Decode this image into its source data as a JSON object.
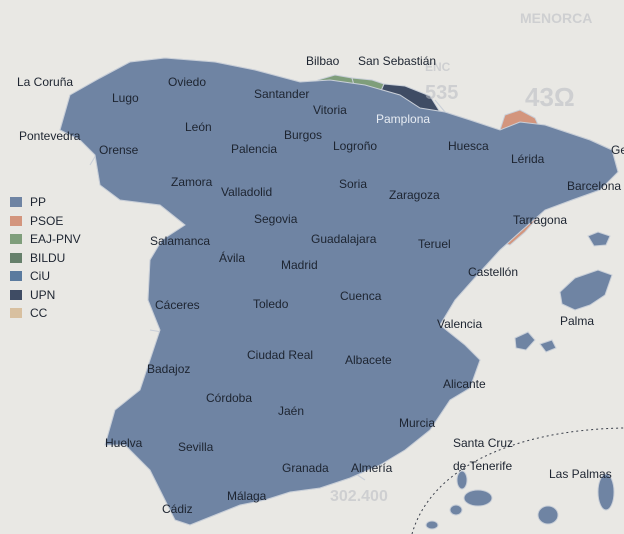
{
  "colors": {
    "PP": "#6f84a3",
    "PSOE": "#d3957d",
    "EAJ-PNV": "#7f9e7b",
    "BILDU": "#66806b",
    "CiU": "#5a7a9e",
    "UPN": "#3f4c64",
    "CC": "#d8c0a0",
    "sea": "#e9e8e4",
    "border": "#c9cfd8"
  },
  "legend": [
    {
      "party": "PP"
    },
    {
      "party": "PSOE"
    },
    {
      "party": "EAJ-PNV"
    },
    {
      "party": "BILDU"
    },
    {
      "party": "CiU"
    },
    {
      "party": "UPN"
    },
    {
      "party": "CC"
    }
  ],
  "provinces": [
    {
      "name": "La Coruña",
      "party": "PP"
    },
    {
      "name": "Lugo",
      "party": "PP"
    },
    {
      "name": "Oviedo",
      "party": "PP"
    },
    {
      "name": "Santander",
      "party": "PP"
    },
    {
      "name": "Bilbao",
      "party": "EAJ-PNV"
    },
    {
      "name": "San Sebastián",
      "party": "EAJ-PNV"
    },
    {
      "name": "Vitoria",
      "party": "PP"
    },
    {
      "name": "Pamplona",
      "party": "UPN"
    },
    {
      "name": "Pontevedra",
      "party": "PP"
    },
    {
      "name": "Orense",
      "party": "PP"
    },
    {
      "name": "León",
      "party": "PP"
    },
    {
      "name": "Palencia",
      "party": "PP"
    },
    {
      "name": "Burgos",
      "party": "PP"
    },
    {
      "name": "Logroño",
      "party": "PP"
    },
    {
      "name": "Huesca",
      "party": "PP"
    },
    {
      "name": "Lérida",
      "party": "PSOE"
    },
    {
      "name": "Barcelona",
      "party": "CiU"
    },
    {
      "name": "Gerona",
      "party": "CiU"
    },
    {
      "name": "Zamora",
      "party": "PP"
    },
    {
      "name": "Valladolid",
      "party": "PP"
    },
    {
      "name": "Soria",
      "party": "PSOE"
    },
    {
      "name": "Zaragoza",
      "party": "PP"
    },
    {
      "name": "Tarragona",
      "party": "PSOE"
    },
    {
      "name": "Segovia",
      "party": "PP"
    },
    {
      "name": "Salamanca",
      "party": "PP"
    },
    {
      "name": "Guadalajara",
      "party": "PP"
    },
    {
      "name": "Teruel",
      "party": "PP"
    },
    {
      "name": "Ávila",
      "party": "PP"
    },
    {
      "name": "Madrid",
      "party": "PP"
    },
    {
      "name": "Castellón",
      "party": "PP"
    },
    {
      "name": "Cáceres",
      "party": "PP"
    },
    {
      "name": "Toledo",
      "party": "PSOE"
    },
    {
      "name": "Cuenca",
      "party": "PSOE"
    },
    {
      "name": "Valencia",
      "party": "PP"
    },
    {
      "name": "Palma",
      "party": "PP"
    },
    {
      "name": "Badajoz",
      "party": "PP"
    },
    {
      "name": "Ciudad Real",
      "party": "PP"
    },
    {
      "name": "Albacete",
      "party": "PP"
    },
    {
      "name": "Alicante",
      "party": "PP"
    },
    {
      "name": "Córdoba",
      "party": "PP"
    },
    {
      "name": "Jaén",
      "party": "PP"
    },
    {
      "name": "Murcia",
      "party": "PP"
    },
    {
      "name": "Huelva",
      "party": "PP"
    },
    {
      "name": "Sevilla",
      "party": "PP"
    },
    {
      "name": "Granada",
      "party": "PP"
    },
    {
      "name": "Almería",
      "party": "PP"
    },
    {
      "name": "Málaga",
      "party": "PP"
    },
    {
      "name": "Cádiz",
      "party": "PP"
    },
    {
      "name": "Santa Cruz de Tenerife",
      "party": "PP"
    },
    {
      "name": "Las Palmas",
      "party": "PP"
    }
  ],
  "labels": [
    {
      "text": "Bilbao"
    },
    {
      "text": "San Sebastián"
    },
    {
      "text": "La Coruña"
    },
    {
      "text": "Oviedo"
    },
    {
      "text": "Lugo"
    },
    {
      "text": "Santander"
    },
    {
      "text": "Vitoria"
    },
    {
      "text": "Pamplona"
    },
    {
      "text": "Pontevedra"
    },
    {
      "text": "León"
    },
    {
      "text": "Burgos"
    },
    {
      "text": "Orense"
    },
    {
      "text": "Palencia"
    },
    {
      "text": "Logroño"
    },
    {
      "text": "Huesca"
    },
    {
      "text": "Lérida"
    },
    {
      "text": "Ge"
    },
    {
      "text": "Zamora"
    },
    {
      "text": "Soria"
    },
    {
      "text": "Barcelona"
    },
    {
      "text": "Valladolid"
    },
    {
      "text": "Zaragoza"
    },
    {
      "text": "Segovia"
    },
    {
      "text": "Tarragona"
    },
    {
      "text": "Guadalajara"
    },
    {
      "text": "Salamanca"
    },
    {
      "text": "Teruel"
    },
    {
      "text": "Ávila"
    },
    {
      "text": "Madrid"
    },
    {
      "text": "Castellón"
    },
    {
      "text": "Cuenca"
    },
    {
      "text": "Cáceres"
    },
    {
      "text": "Toledo"
    },
    {
      "text": "Palma"
    },
    {
      "text": "Valencia"
    },
    {
      "text": "Ciudad Real"
    },
    {
      "text": "Albacete"
    },
    {
      "text": "Badajoz"
    },
    {
      "text": "Alicante"
    },
    {
      "text": "Córdoba"
    },
    {
      "text": "Jaén"
    },
    {
      "text": "Murcia"
    },
    {
      "text": "Santa Cruz"
    },
    {
      "text": "Huelva"
    },
    {
      "text": "Sevilla"
    },
    {
      "text": "de Tenerife"
    },
    {
      "text": "Las Palmas"
    },
    {
      "text": "Granada"
    },
    {
      "text": "Almería"
    },
    {
      "text": "Málaga"
    },
    {
      "text": "Cádiz"
    }
  ],
  "background_text": [
    {
      "text": "MENORCA"
    },
    {
      "text": "ENC"
    },
    {
      "text": "43Ω"
    },
    {
      "text": "535"
    },
    {
      "text": "302.400"
    }
  ]
}
